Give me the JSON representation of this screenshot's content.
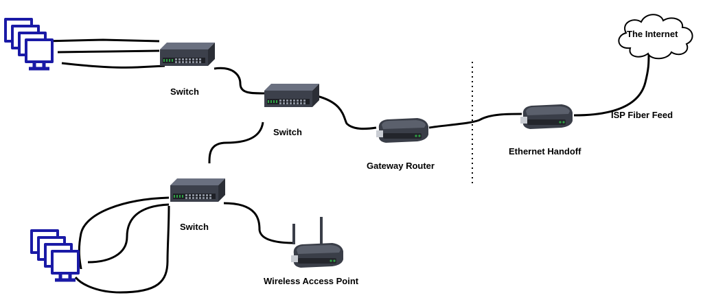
{
  "labels": {
    "switch_1": "Switch",
    "switch_2": "Switch",
    "switch_3": "Switch",
    "gateway_router": "Gateway Router",
    "ethernet_handoff": "Ethernet Handoff",
    "isp_fiber_feed": "ISP Fiber Feed",
    "wireless_access_point": "Wireless Access Point",
    "internet": "The Internet"
  },
  "colors": {
    "computer_blue": "#1a1aa6",
    "cable": "#000000",
    "device_body": "#3a3e48",
    "port_green": "#2ea043"
  }
}
